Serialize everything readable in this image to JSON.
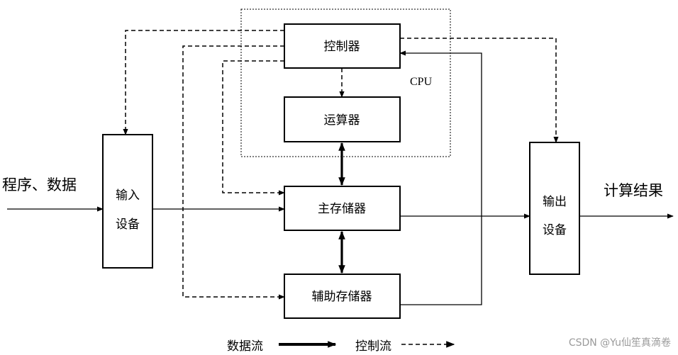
{
  "diagram": {
    "cpu_label": "CPU",
    "blocks": {
      "controller": "控制器",
      "alu": "运算器",
      "main_memory": "主存储器",
      "aux_memory": "辅助存储器",
      "input_line1": "输入",
      "input_line2": "设备",
      "output_line1": "输出",
      "output_line2": "设备"
    },
    "external": {
      "input_text": "程序、数据",
      "output_text": "计算结果"
    },
    "legend": {
      "data_flow": "数据流",
      "control_flow": "控制流"
    },
    "watermark": "CSDN @Yu仙笙真滴卷"
  }
}
